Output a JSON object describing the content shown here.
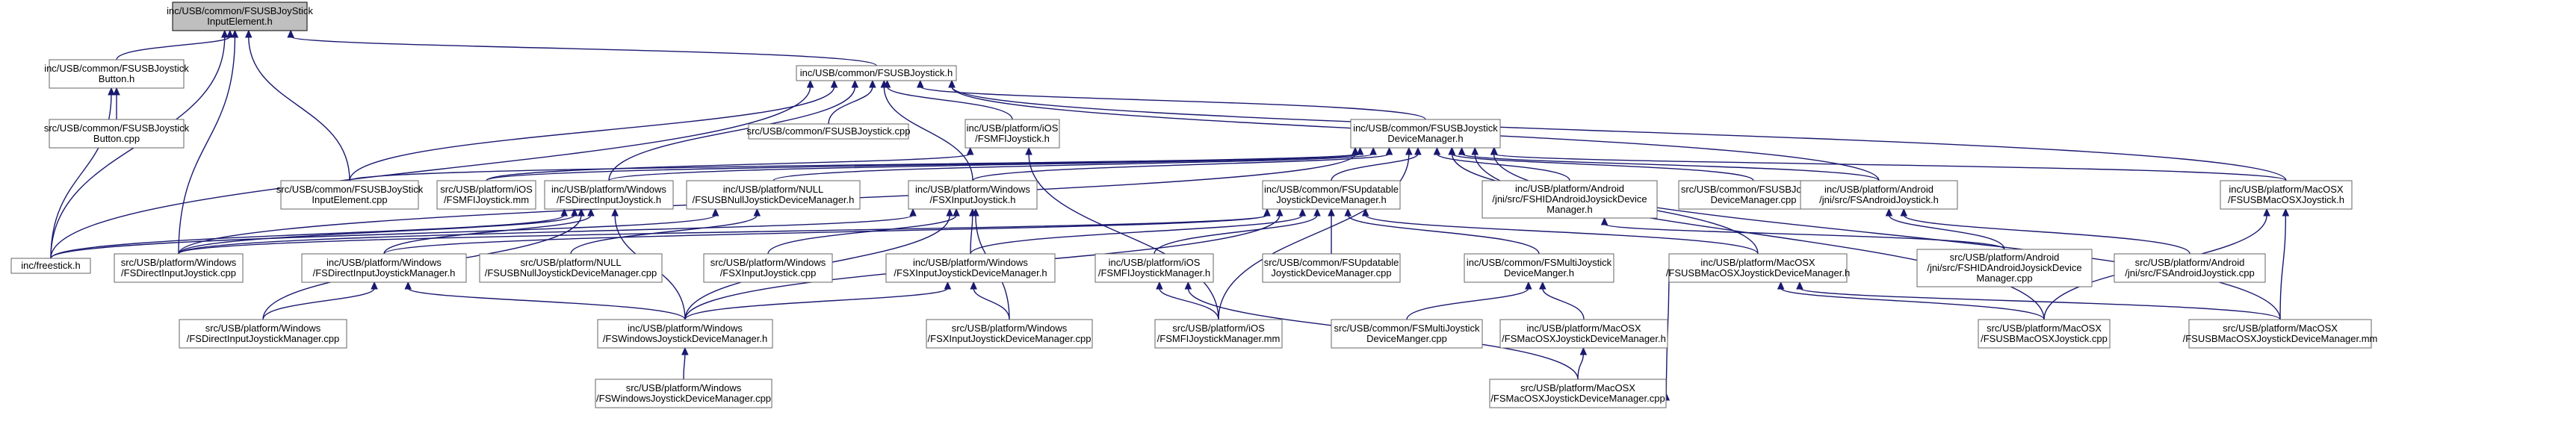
{
  "graph": {
    "nodes": [
      {
        "id": "n_ie",
        "lines": [
          "inc/USB/common/FSUSBJoyStick",
          "InputElement.h"
        ],
        "root": true
      },
      {
        "id": "n_btn_h",
        "lines": [
          "inc/USB/common/FSUSBJoystick",
          "Button.h"
        ]
      },
      {
        "id": "n_btn_c",
        "lines": [
          "src/USB/common/FSUSBJoystick",
          "Button.cpp"
        ]
      },
      {
        "id": "n_js_h",
        "lines": [
          "inc/USB/common/FSUSBJoystick.h"
        ]
      },
      {
        "id": "n_js_c",
        "lines": [
          "src/USB/common/FSUSBJoystick.cpp"
        ]
      },
      {
        "id": "n_mfi_h",
        "lines": [
          "inc/USB/platform/iOS",
          "/FSMFIJoystick.h"
        ]
      },
      {
        "id": "n_dm_h",
        "lines": [
          "inc/USB/common/FSUSBJoystick",
          "DeviceManager.h"
        ]
      },
      {
        "id": "n_ie_c",
        "lines": [
          "src/USB/common/FSUSBJoyStick",
          "InputElement.cpp"
        ]
      },
      {
        "id": "n_mfi_mm",
        "lines": [
          "src/USB/platform/iOS",
          "/FSMFIJoystick.mm"
        ]
      },
      {
        "id": "n_dinp_h",
        "lines": [
          "inc/USB/platform/Windows",
          "/FSDirectInputJoystick.h"
        ]
      },
      {
        "id": "n_null_h",
        "lines": [
          "inc/USB/platform/NULL",
          "/FSUSBNullJoystickDeviceManager.h"
        ]
      },
      {
        "id": "n_xinp_h",
        "lines": [
          "inc/USB/platform/Windows",
          "/FSXInputJoystick.h"
        ]
      },
      {
        "id": "n_upd_h",
        "lines": [
          "inc/USB/common/FSUpdatable",
          "JoystickDeviceManager.h"
        ]
      },
      {
        "id": "n_ahid_c",
        "lines": [
          "inc/USB/platform/Android",
          "/jni/src/FSHIDAndroidJoysickDevice",
          "Manager.h"
        ]
      },
      {
        "id": "n_dm_c",
        "lines": [
          "src/USB/common/FSUSBJoystick",
          "DeviceManager.cpp"
        ]
      },
      {
        "id": "n_and_h",
        "lines": [
          "inc/USB/platform/Android",
          "/jni/src/FSAndroidJoystick.h"
        ]
      },
      {
        "id": "n_osx_h",
        "lines": [
          "inc/USB/platform/MacOSX",
          "/FSUSBMacOSXJoystick.h"
        ]
      },
      {
        "id": "n_free",
        "lines": [
          "inc/freestick.h"
        ]
      },
      {
        "id": "n_dinp_c",
        "lines": [
          "src/USB/platform/Windows",
          "/FSDirectInputJoystick.cpp"
        ]
      },
      {
        "id": "n_didm_h",
        "lines": [
          "inc/USB/platform/Windows",
          "/FSDirectInputJoystickManager.h"
        ]
      },
      {
        "id": "n_null_c",
        "lines": [
          "src/USB/platform/NULL",
          "/FSUSBNullJoystickDeviceManager.cpp"
        ]
      },
      {
        "id": "n_xinp_c",
        "lines": [
          "src/USB/platform/Windows",
          "/FSXInputJoystick.cpp"
        ]
      },
      {
        "id": "n_xidm_h",
        "lines": [
          "inc/USB/platform/Windows",
          "/FSXInputJoystickDeviceManager.h"
        ]
      },
      {
        "id": "n_mfim_h",
        "lines": [
          "inc/USB/platform/iOS",
          "/FSMFIJoystickManager.h"
        ]
      },
      {
        "id": "n_upd_c",
        "lines": [
          "src/USB/common/FSUpdatable",
          "JoystickDeviceManager.cpp"
        ]
      },
      {
        "id": "n_multi_h",
        "lines": [
          "inc/USB/common/FSMultiJoystick",
          "DeviceManger.h"
        ]
      },
      {
        "id": "n_osxdm_h",
        "lines": [
          "inc/USB/platform/MacOSX",
          "/FSUSBMacOSXJoystickDeviceManager.h"
        ]
      },
      {
        "id": "n_ahid_cpp",
        "lines": [
          "src/USB/platform/Android",
          "/jni/src/FSHIDAndroidJoysickDevice",
          "Manager.cpp"
        ]
      },
      {
        "id": "n_and_c",
        "lines": [
          "src/USB/platform/Android",
          "/jni/src/FSAndroidJoystick.cpp"
        ]
      },
      {
        "id": "n_didm_c",
        "lines": [
          "src/USB/platform/Windows",
          "/FSDirectInputJoystickManager.cpp"
        ]
      },
      {
        "id": "n_wdm_h",
        "lines": [
          "inc/USB/platform/Windows",
          "/FSWindowsJoystickDeviceManager.h"
        ]
      },
      {
        "id": "n_xidm_c",
        "lines": [
          "src/USB/platform/Windows",
          "/FSXInputJoystickDeviceManager.cpp"
        ]
      },
      {
        "id": "n_mfim_mm",
        "lines": [
          "src/USB/platform/iOS",
          "/FSMFIJoystickManager.mm"
        ]
      },
      {
        "id": "n_multi_c",
        "lines": [
          "src/USB/common/FSMultiJoystick",
          "DeviceManger.cpp"
        ]
      },
      {
        "id": "n_osxcm_h",
        "lines": [
          "inc/USB/platform/MacOSX",
          "/FSMacOSXJoystickDeviceManager.h"
        ]
      },
      {
        "id": "n_osx_c",
        "lines": [
          "src/USB/platform/MacOSX",
          "/FSUSBMacOSXJoystick.cpp"
        ]
      },
      {
        "id": "n_osxdm_c",
        "lines": [
          "src/USB/platform/MacOSX",
          "/FSUSBMacOSXJoystickDeviceManager.mm"
        ]
      },
      {
        "id": "n_wdm_c",
        "lines": [
          "src/USB/platform/Windows",
          "/FSWindowsJoystickDeviceManager.cpp"
        ]
      },
      {
        "id": "n_osxcm_c",
        "lines": [
          "src/USB/platform/MacOSX",
          "/FSMacOSXJoystickDeviceManager.cpp"
        ]
      }
    ],
    "edges": [
      [
        "n_ie",
        "n_btn_h"
      ],
      [
        "n_ie",
        "n_js_h"
      ],
      [
        "n_ie",
        "n_free"
      ],
      [
        "n_ie",
        "n_ie_c"
      ],
      [
        "n_ie",
        "n_dinp_c"
      ],
      [
        "n_btn_h",
        "n_btn_c"
      ],
      [
        "n_btn_h",
        "n_free"
      ],
      [
        "n_js_h",
        "n_js_c"
      ],
      [
        "n_js_h",
        "n_mfi_h"
      ],
      [
        "n_js_h",
        "n_dm_h"
      ],
      [
        "n_js_h",
        "n_ie_c"
      ],
      [
        "n_js_h",
        "n_dinp_h"
      ],
      [
        "n_js_h",
        "n_xinp_h"
      ],
      [
        "n_js_h",
        "n_and_h"
      ],
      [
        "n_js_h",
        "n_osx_h"
      ],
      [
        "n_js_h",
        "n_free"
      ],
      [
        "n_mfi_h",
        "n_mfi_mm"
      ],
      [
        "n_mfi_h",
        "n_mfim_mm"
      ],
      [
        "n_dm_h",
        "n_ie_c"
      ],
      [
        "n_dm_h",
        "n_dinp_h"
      ],
      [
        "n_dm_h",
        "n_null_h"
      ],
      [
        "n_dm_h",
        "n_xinp_h"
      ],
      [
        "n_dm_h",
        "n_upd_h"
      ],
      [
        "n_dm_h",
        "n_ahid_c"
      ],
      [
        "n_dm_h",
        "n_dm_c"
      ],
      [
        "n_dm_h",
        "n_and_h"
      ],
      [
        "n_dm_h",
        "n_osx_h"
      ],
      [
        "n_dm_h",
        "n_osxdm_h"
      ],
      [
        "n_dm_h",
        "n_mfim_mm"
      ],
      [
        "n_dm_h",
        "n_osx_c"
      ],
      [
        "n_dm_h",
        "n_osxdm_c"
      ],
      [
        "n_dm_h",
        "n_dinp_c"
      ],
      [
        "n_dm_h",
        "n_mfi_mm"
      ],
      [
        "n_dinp_h",
        "n_dinp_c"
      ],
      [
        "n_dinp_h",
        "n_didm_h"
      ],
      [
        "n_dinp_h",
        "n_didm_c"
      ],
      [
        "n_dinp_h",
        "n_wdm_h"
      ],
      [
        "n_dinp_h",
        "n_free"
      ],
      [
        "n_null_h",
        "n_null_c"
      ],
      [
        "n_null_h",
        "n_free"
      ],
      [
        "n_xinp_h",
        "n_xinp_c"
      ],
      [
        "n_xinp_h",
        "n_xidm_h"
      ],
      [
        "n_xinp_h",
        "n_xidm_c"
      ],
      [
        "n_xinp_h",
        "n_wdm_h"
      ],
      [
        "n_xinp_h",
        "n_dinp_c"
      ],
      [
        "n_upd_h",
        "n_didm_h"
      ],
      [
        "n_upd_h",
        "n_xidm_h"
      ],
      [
        "n_upd_h",
        "n_mfim_h"
      ],
      [
        "n_upd_h",
        "n_upd_c"
      ],
      [
        "n_upd_h",
        "n_multi_h"
      ],
      [
        "n_upd_h",
        "n_osxdm_h"
      ],
      [
        "n_upd_h",
        "n_wdm_h"
      ],
      [
        "n_upd_h",
        "n_dinp_c"
      ],
      [
        "n_ahid_c",
        "n_ahid_cpp"
      ],
      [
        "n_and_h",
        "n_ahid_cpp"
      ],
      [
        "n_and_h",
        "n_and_c"
      ],
      [
        "n_osx_h",
        "n_osx_c"
      ],
      [
        "n_osx_h",
        "n_osxdm_c"
      ],
      [
        "n_didm_h",
        "n_didm_c"
      ],
      [
        "n_didm_h",
        "n_wdm_h"
      ],
      [
        "n_xidm_h",
        "n_xidm_c"
      ],
      [
        "n_xidm_h",
        "n_wdm_h"
      ],
      [
        "n_mfim_h",
        "n_mfim_mm"
      ],
      [
        "n_mfim_h",
        "n_osxcm_c"
      ],
      [
        "n_multi_h",
        "n_multi_c"
      ],
      [
        "n_multi_h",
        "n_osxcm_h"
      ],
      [
        "n_osxdm_h",
        "n_osx_c"
      ],
      [
        "n_osxdm_h",
        "n_osxdm_c"
      ],
      [
        "n_osxcm_h",
        "n_osxcm_c"
      ],
      [
        "n_osxcm_c",
        "n_osxdm_h"
      ],
      [
        "n_wdm_h",
        "n_wdm_c"
      ]
    ]
  }
}
